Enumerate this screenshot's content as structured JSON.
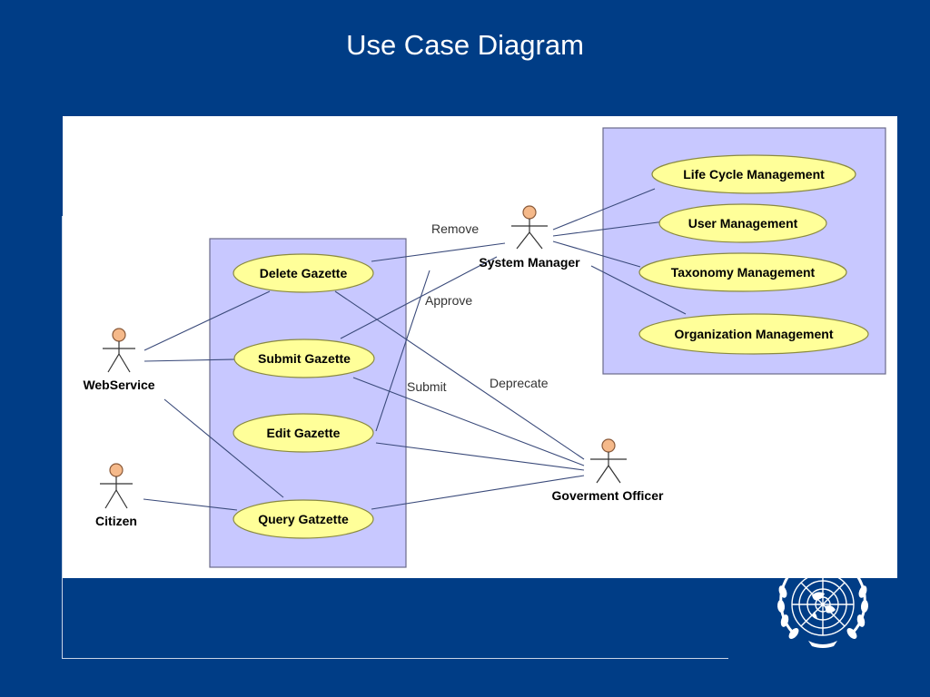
{
  "title": "Use Case Diagram",
  "diagram": {
    "actors": {
      "web_service": "WebService",
      "citizen": "Citizen",
      "system_manager": "System Manager",
      "government_officer": "Goverment Officer"
    },
    "gazette_use_cases": {
      "delete": "Delete Gazette",
      "submit": "Submit Gazette",
      "edit": "Edit Gazette",
      "query": "Query Gatzette"
    },
    "management_use_cases": {
      "life_cycle": "Life Cycle Management",
      "user": "User Management",
      "taxonomy": "Taxonomy Management",
      "organization": "Organization Management"
    },
    "association_labels": {
      "remove": "Remove",
      "approve": "Approve",
      "submit": "Submit",
      "deprecate": "Deprecate"
    }
  },
  "logo": {
    "name": "un-emblem-icon",
    "color": "#ffffff"
  },
  "colors": {
    "background": "#003d86",
    "boundary": "#c8c8ff",
    "use_case": "#ffff99",
    "actor_head": "#f5b98a"
  }
}
